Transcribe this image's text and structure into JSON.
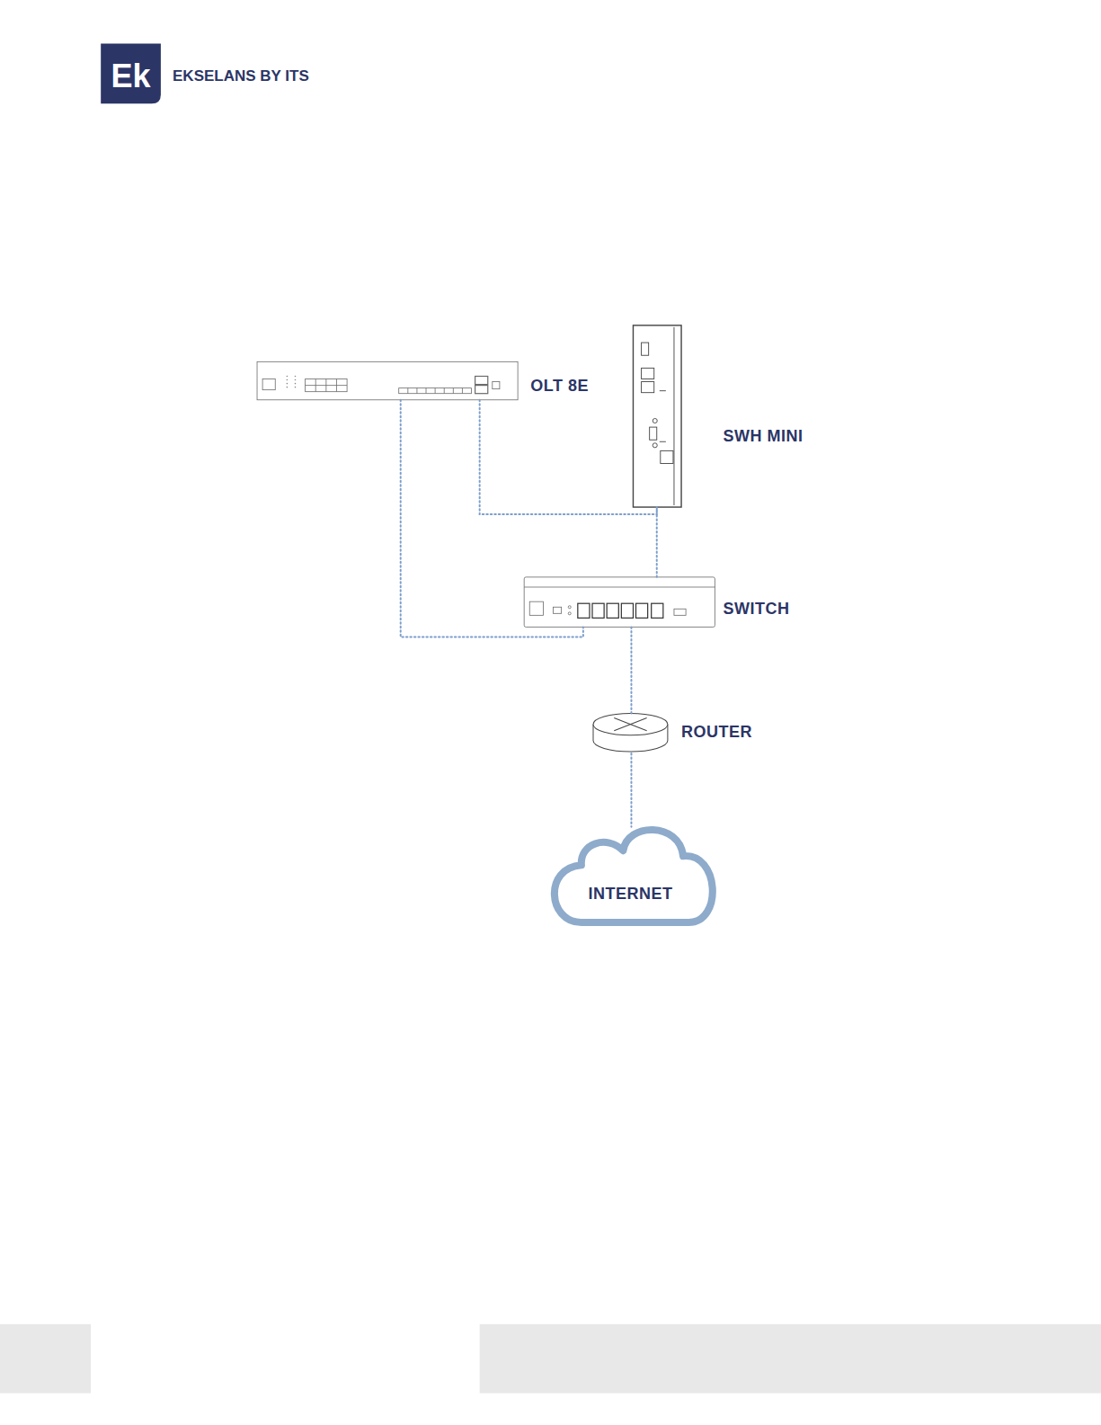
{
  "diagram": {
    "nodes": [
      {
        "text": [
          "OLT 8E"
        ]
      },
      {
        "text": [
          "SWH MINI"
        ]
      },
      {
        "text": [
          "SWITCH"
        ]
      },
      {
        "text": [
          "ROUTER"
        ]
      },
      {
        "text": [
          "INTERNET"
        ]
      }
    ],
    "edges": [
      {
        "from": 0,
        "to": 1,
        "arrow": "none"
      },
      {
        "from": 0,
        "to": 2,
        "arrow": "none"
      },
      {
        "from": 1,
        "to": 2,
        "arrow": "none"
      },
      {
        "from": 2,
        "to": 3,
        "arrow": "none"
      },
      {
        "from": 3,
        "to": 4,
        "arrow": "none"
      }
    ],
    "labels": [
      "Ek",
      "EKSELANS BY ITS"
    ]
  }
}
